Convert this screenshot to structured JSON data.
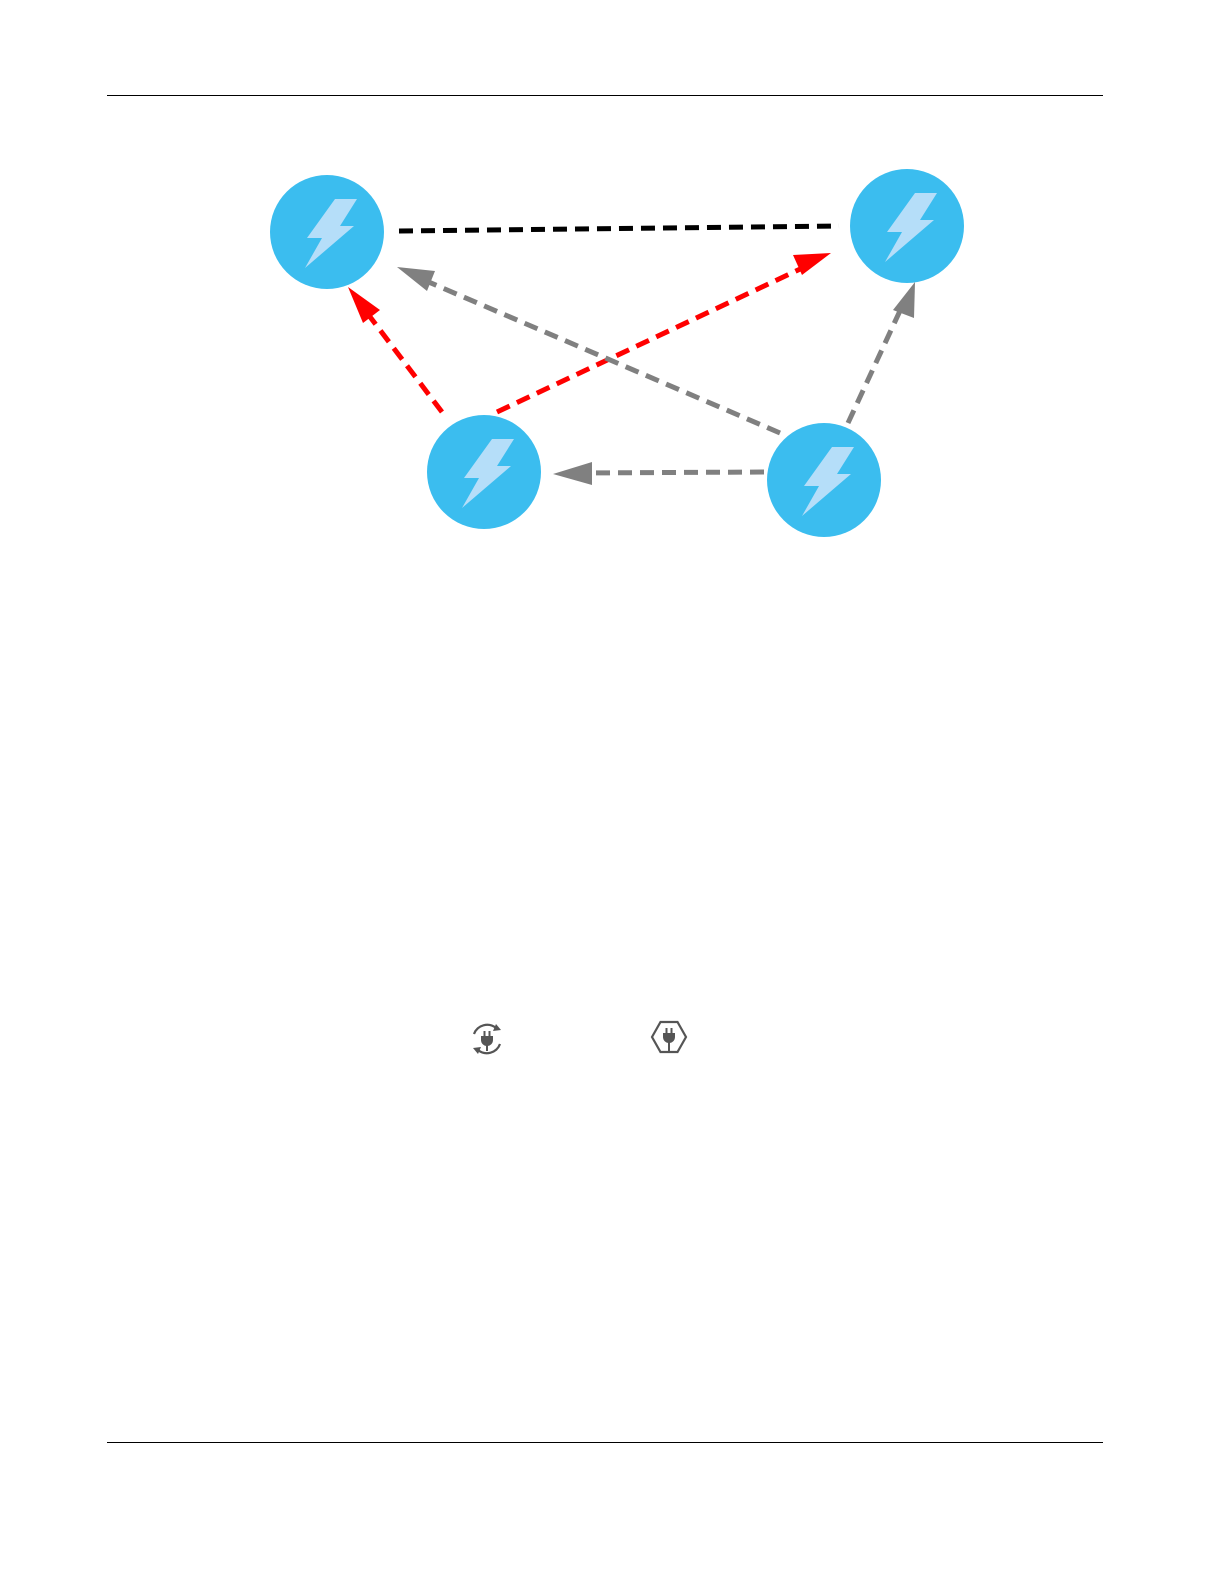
{
  "colors": {
    "node_fill": "#3bbdef",
    "bolt_fill": "#b5def9",
    "edge_black": "#000000",
    "edge_red": "#ff0000",
    "edge_gray": "#808080",
    "icon_stroke": "#555555"
  },
  "diagram": {
    "nodes": [
      {
        "id": "top-left",
        "icon": "lightning-bolt-icon"
      },
      {
        "id": "top-right",
        "icon": "lightning-bolt-icon"
      },
      {
        "id": "bottom-left",
        "icon": "lightning-bolt-icon"
      },
      {
        "id": "bottom-right",
        "icon": "lightning-bolt-icon"
      }
    ],
    "edges": [
      {
        "from": "top-left",
        "to": "top-right",
        "style": "dashed",
        "color": "black",
        "directed": false
      },
      {
        "from": "bottom-left",
        "to": "top-left",
        "style": "dashed",
        "color": "red",
        "directed": true
      },
      {
        "from": "bottom-left",
        "to": "top-right",
        "style": "dashed",
        "color": "red",
        "directed": true
      },
      {
        "from": "bottom-right",
        "to": "top-left",
        "style": "dashed",
        "color": "gray",
        "directed": true
      },
      {
        "from": "bottom-right",
        "to": "top-right",
        "style": "dashed",
        "color": "gray",
        "directed": true
      },
      {
        "from": "bottom-right",
        "to": "bottom-left",
        "style": "dashed",
        "color": "gray",
        "directed": true
      }
    ]
  },
  "legend": {
    "icons": [
      "plug-cycle-icon",
      "plug-hexagon-icon"
    ]
  }
}
